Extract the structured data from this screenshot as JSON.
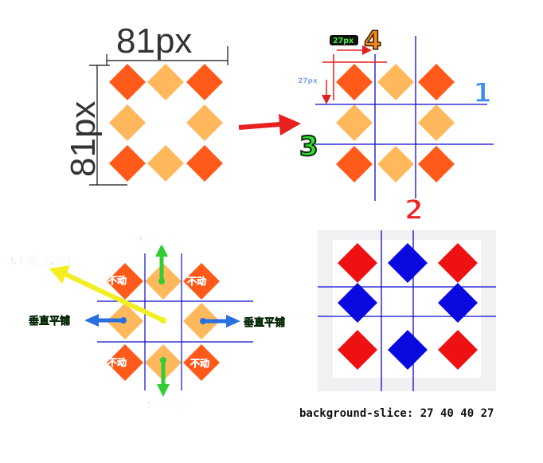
{
  "panel1": {
    "width_label": "81px",
    "height_label": "81px"
  },
  "panel2": {
    "offset_top_label": "27px",
    "offset_left_label": "27px",
    "marker_1": "1",
    "marker_2": "2",
    "marker_3": "3",
    "marker_4": "4"
  },
  "panel3": {
    "top_label": "水平平铺",
    "bottom_label": "水平平铺",
    "left_label": "垂直平铺",
    "right_label": "垂直平铺",
    "corner_label": "不动",
    "center_label": "水平垂直双向平铺"
  },
  "panel4": {
    "caption": "background-slice: 27 40 40 27"
  },
  "colors": {
    "orange_dark": "#ff5a1a",
    "orange_light": "#ffb85c",
    "red": "#ee1111",
    "blue": "#0a0ae0",
    "slice_line": "#0a0ad0",
    "arrow_red": "#ee2222",
    "arrow_blue": "#2a6fe0",
    "arrow_green": "#33cc33",
    "arrow_yellow": "#f2ee20"
  },
  "icons": [
    "arrow-right-icon",
    "arrow-up-icon",
    "arrow-down-icon",
    "arrow-left-icon",
    "arrow-diagonal-icon"
  ]
}
